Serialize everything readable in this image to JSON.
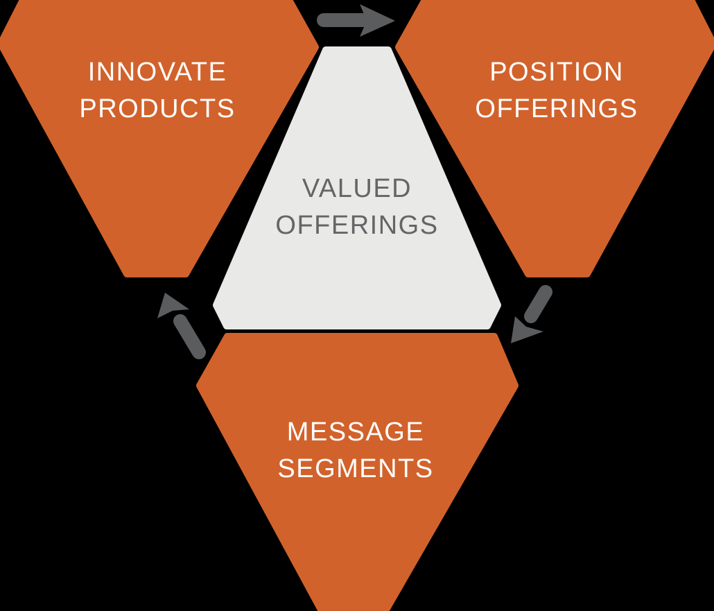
{
  "diagram_title": "Valued Offerings cycle diagram",
  "colors": {
    "background": "#000000",
    "node_fill": "#D2622B",
    "node_text": "#FFFFFF",
    "center_fill": "#E9E9E7",
    "center_text": "#646567",
    "arrow": "#5B5C5E"
  },
  "nodes": {
    "innovate": {
      "line1": "INNOVATE",
      "line2": "PRODUCTS"
    },
    "position": {
      "line1": "POSITION",
      "line2": "OFFERINGS"
    },
    "message": {
      "line1": "MESSAGE",
      "line2": "SEGMENTS"
    }
  },
  "center": {
    "line1": "VALUED",
    "line2": "OFFERINGS"
  },
  "icons": {
    "top": "arrow-right-icon",
    "right": "arrow-down-left-icon",
    "left": "arrow-up-left-icon"
  }
}
